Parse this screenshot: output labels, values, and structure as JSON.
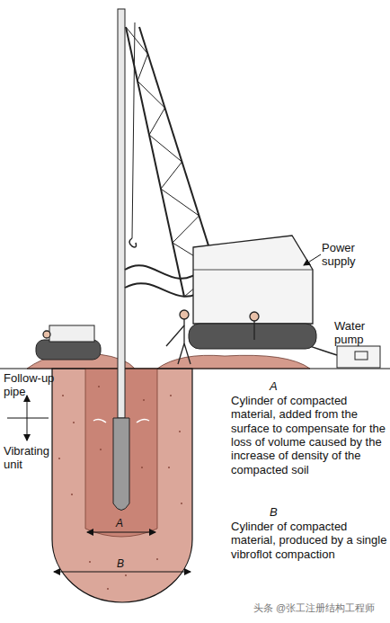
{
  "diagram": {
    "labels": [
      "Power supply",
      "Water pump",
      "Follow-up pipe",
      "Vibrating unit",
      "A",
      "Cylinder of compacted material, added from the surface to compensate for the loss of volume caused by the increase of density of the compacted soil",
      "B",
      "Cylinder of compacted material, produced by a single vibroflot compaction",
      "A",
      "B",
      "头条 @张工注册结构工程师"
    ]
  }
}
